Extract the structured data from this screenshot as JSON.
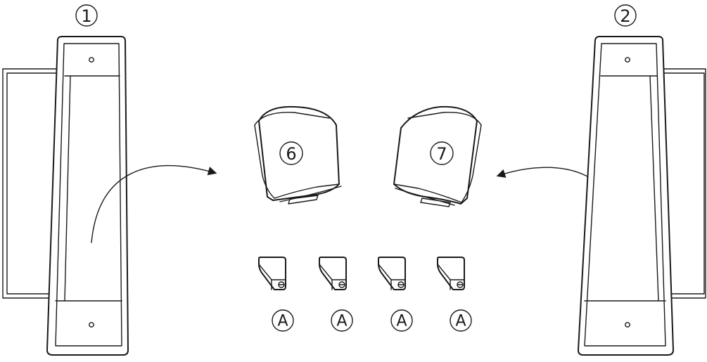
{
  "callouts": {
    "part_1": "1",
    "part_2": "2",
    "part_6": "6",
    "part_7": "7",
    "fastener_a": [
      "A",
      "A",
      "A",
      "A"
    ]
  },
  "colors": {
    "ink": "#1a1a1a",
    "background": "#ffffff"
  }
}
